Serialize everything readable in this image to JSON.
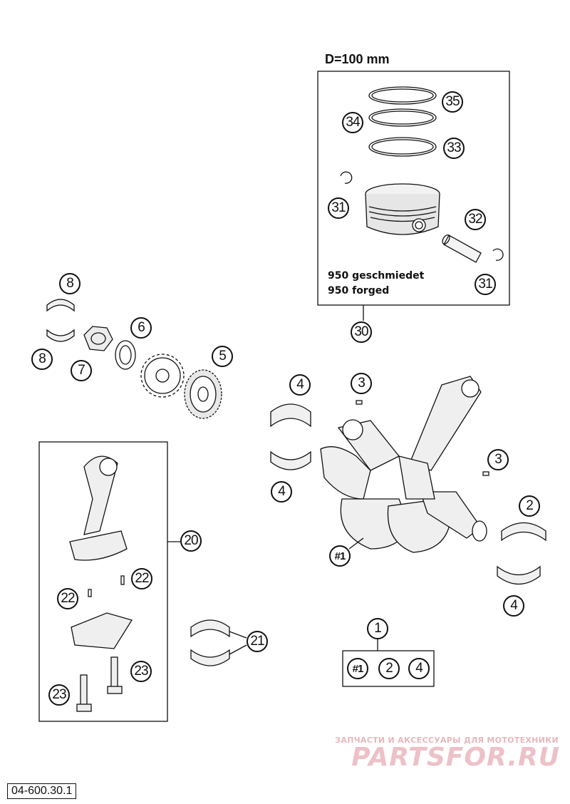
{
  "piston_kit": {
    "title": "D=100 mm",
    "note_line1": "950 geschmiedet",
    "note_line2": "950 forged"
  },
  "callouts": {
    "c35": "35",
    "c34": "34",
    "c33": "33",
    "c31a": "31",
    "c32": "32",
    "c31b": "31",
    "c30": "30",
    "c8a": "8",
    "c8b": "8",
    "c6": "6",
    "c7": "7",
    "c5": "5",
    "c4a": "4",
    "c3a": "3",
    "c4b": "4",
    "c3b": "3",
    "c2": "2",
    "c4c": "4",
    "c1x": "#1",
    "c20": "20",
    "c22a": "22",
    "c22b": "22",
    "c23a": "23",
    "c23b": "23",
    "c21": "21",
    "c1": "1",
    "k1": "#1",
    "k2": "2",
    "k3": "4"
  },
  "watermark": {
    "line1": "ЗАПЧАСТИ И АКСЕССУАРЫ ДЛЯ МОТОТЕХНИКИ",
    "logo": "PARTSFOR.RU"
  },
  "diagram_code": "04-600.30.1"
}
